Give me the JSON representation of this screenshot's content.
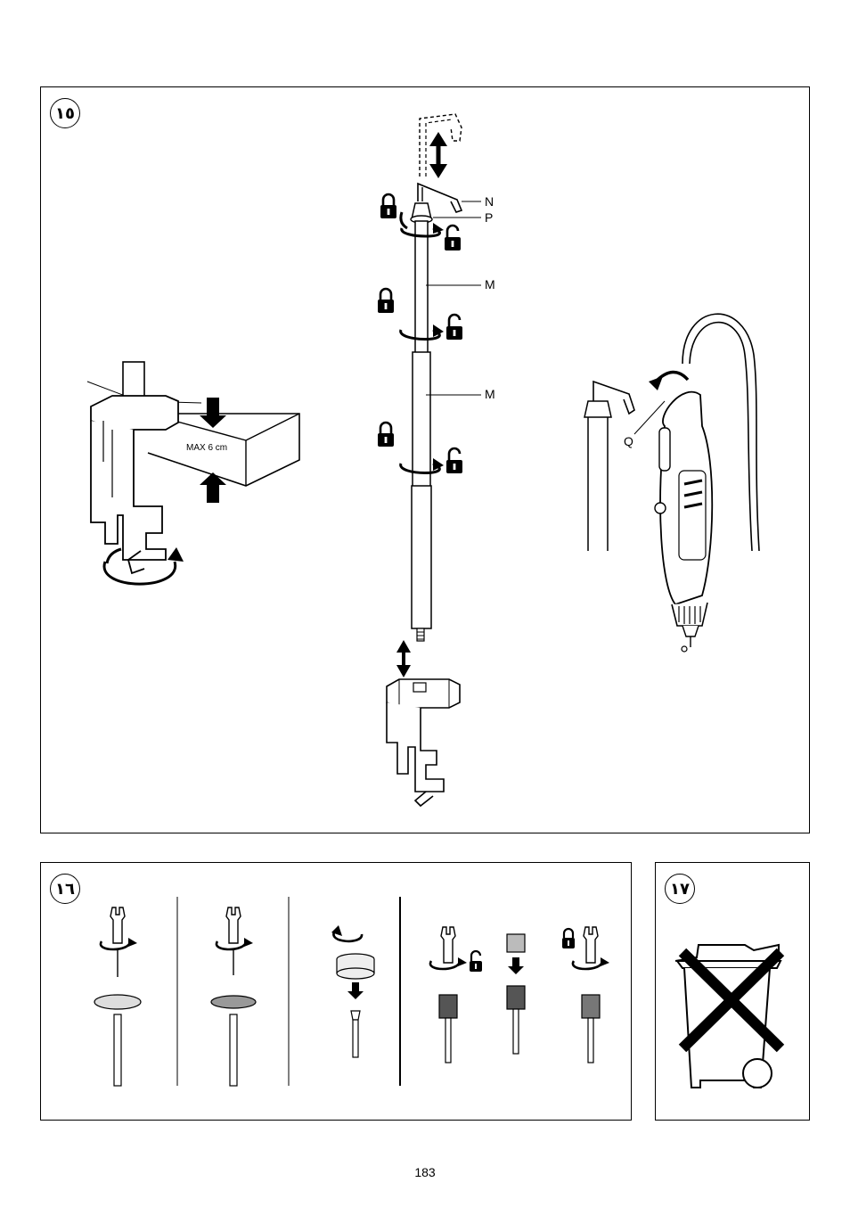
{
  "figures": {
    "fig15": {
      "number": "١٥",
      "labels": {
        "N": "N",
        "P": "P",
        "M1": "M",
        "M2": "M",
        "Q": "Q"
      },
      "clamp_text": "MAX 6 cm"
    },
    "fig16": {
      "number": "١٦"
    },
    "fig17": {
      "number": "١٧"
    }
  },
  "page_number": "183",
  "icons": [
    "lock-icon",
    "unlock-icon",
    "rotate-arrow-icon",
    "double-arrow-icon",
    "wrench-icon",
    "crossed-bin-icon"
  ]
}
